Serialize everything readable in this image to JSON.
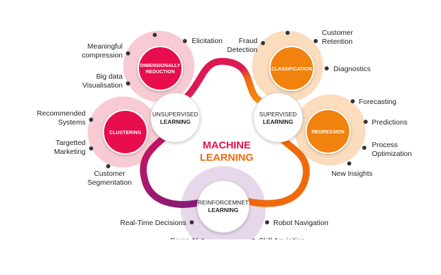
{
  "title": {
    "line1": "MACHINE",
    "line2": "LEARNING"
  },
  "colors": {
    "pink": "#e8114e",
    "orange": "#f0820a",
    "purple": "#9b1a6b",
    "pink_halo": "#f8cbd4",
    "orange_halo": "#fbdcbd",
    "lavender_halo": "#e7d7ea",
    "dot": "#333333"
  },
  "branches": {
    "unsupervised": {
      "line1": "UNSUPERVISED",
      "line2": "LEARNING"
    },
    "supervised": {
      "line1": "SUPERVISED",
      "line2": "LEARNING"
    },
    "reinforcement": {
      "line1": "REINFORCEMNET",
      "line2": "LEARNING"
    }
  },
  "sub_nodes": {
    "dimensionally_reduction": {
      "line1": "DIMENSIONALLY",
      "line2": "REDUCTION"
    },
    "clustering": {
      "label": "CLUSTERING"
    },
    "classification": {
      "label": "CLASSIFICATION"
    },
    "regression": {
      "label": "REGRESSION"
    }
  },
  "leaves": {
    "elicitation": "Elicitation",
    "meaningful_compression": [
      "Meaningful",
      "compression"
    ],
    "big_data_visualisation": [
      "Big data",
      "Visualisation"
    ],
    "recommended_systems": [
      "Recommended",
      "Systems"
    ],
    "targetted_marketing": [
      "Targetted",
      "Marketing"
    ],
    "customer_segmentation": [
      "Customer",
      "Segmentation"
    ],
    "fraud_detection": [
      "Fraud",
      "Detection"
    ],
    "customer_retention": [
      "Customer",
      "Retention"
    ],
    "diagnostics": "Diagnostics",
    "forecasting": "Forecasting",
    "predictions": "Predictions",
    "process_optimization": [
      "Process",
      "Optimization"
    ],
    "new_insights": "New Insights",
    "real_time_decisions": "Real-Time Decisions",
    "robot_navigation": "Robot Navigation",
    "game_ai": "Game AI",
    "skill_aquisition": "Skill Aquisition"
  }
}
